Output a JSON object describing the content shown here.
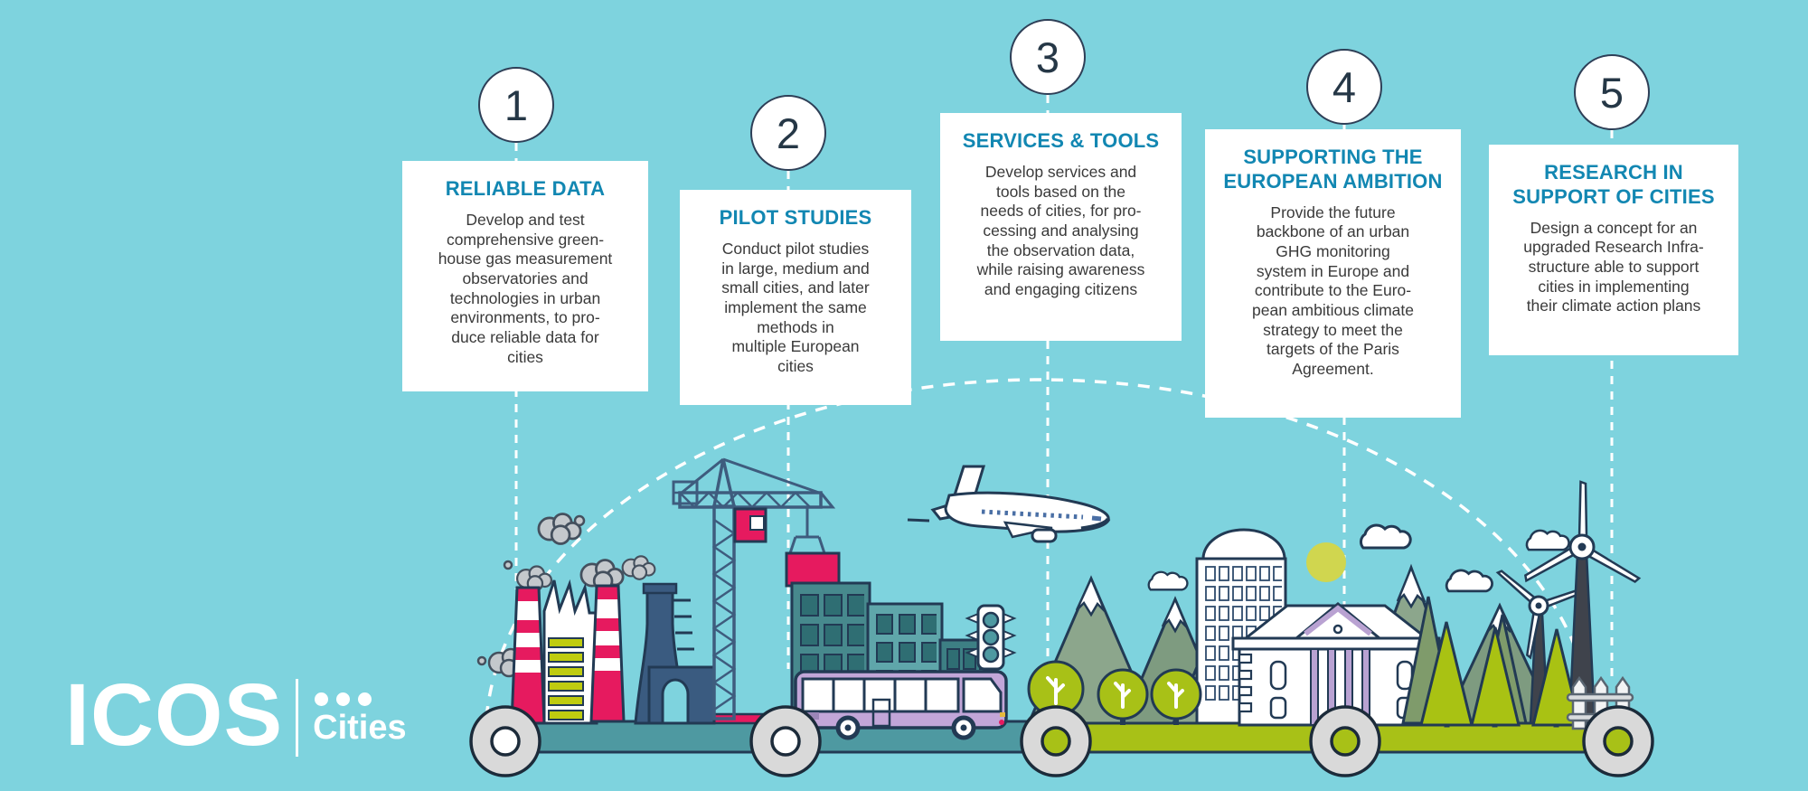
{
  "palette": {
    "background": "#7ED3DE",
    "title_blue": "#1287B2",
    "pink": "#E61A5F",
    "lime_green": "#A8C117",
    "platform_teal": "#4E99A1",
    "outline_navy": "#223A54",
    "body_text": "#3A3A3A"
  },
  "logo": {
    "name": "ICOS",
    "subname": "Cities"
  },
  "steps": [
    {
      "number": "1",
      "title": "RELIABLE DATA",
      "body": [
        "Develop and test",
        "comprehensive green-",
        "house gas measurement",
        "observatories and",
        "technologies in urban",
        "environments, to pro-",
        "duce reliable data for",
        "cities"
      ]
    },
    {
      "number": "2",
      "title": "PILOT STUDIES",
      "body": [
        "Conduct pilot studies",
        "in large, medium and",
        "small cities, and later",
        "implement the same",
        "methods in",
        "multiple European",
        "cities"
      ]
    },
    {
      "number": "3",
      "title": "SERVICES & TOOLS",
      "body": [
        "Develop services and",
        "tools based on the",
        "needs of cities, for pro-",
        "cessing and analysing",
        "the observation data,",
        "while raising awareness",
        "and engaging citizens"
      ]
    },
    {
      "number": "4",
      "title": [
        "SUPPORTING THE",
        "EUROPEAN AMBITION"
      ],
      "body": [
        "Provide the future",
        "backbone of an urban",
        "GHG monitoring",
        "system in Europe and",
        "contribute to the Euro-",
        "pean ambitious climate",
        "strategy to meet the",
        "targets of the Paris",
        "Agreement."
      ]
    },
    {
      "number": "5",
      "title": [
        "RESEARCH IN",
        "SUPPORT OF CITIES"
      ],
      "body": [
        "Design a concept for an",
        "upgraded Research Infra-",
        "structure able to support",
        "cities in implementing",
        "their climate action plans"
      ]
    }
  ],
  "illustration": {
    "icons": [
      "smoke-icon",
      "factory-icon",
      "cooling-tower-icon",
      "construction-crane-icon",
      "city-buildings-icon",
      "bus-icon",
      "traffic-light-icon",
      "airplane-icon",
      "tree-icon",
      "mountains-icon",
      "dome-building-icon",
      "sun-icon",
      "cloud-icon",
      "classical-building-icon",
      "pine-trees-icon",
      "wind-turbine-icon",
      "fence-icon",
      "platform-icon",
      "wheel-icon"
    ]
  }
}
